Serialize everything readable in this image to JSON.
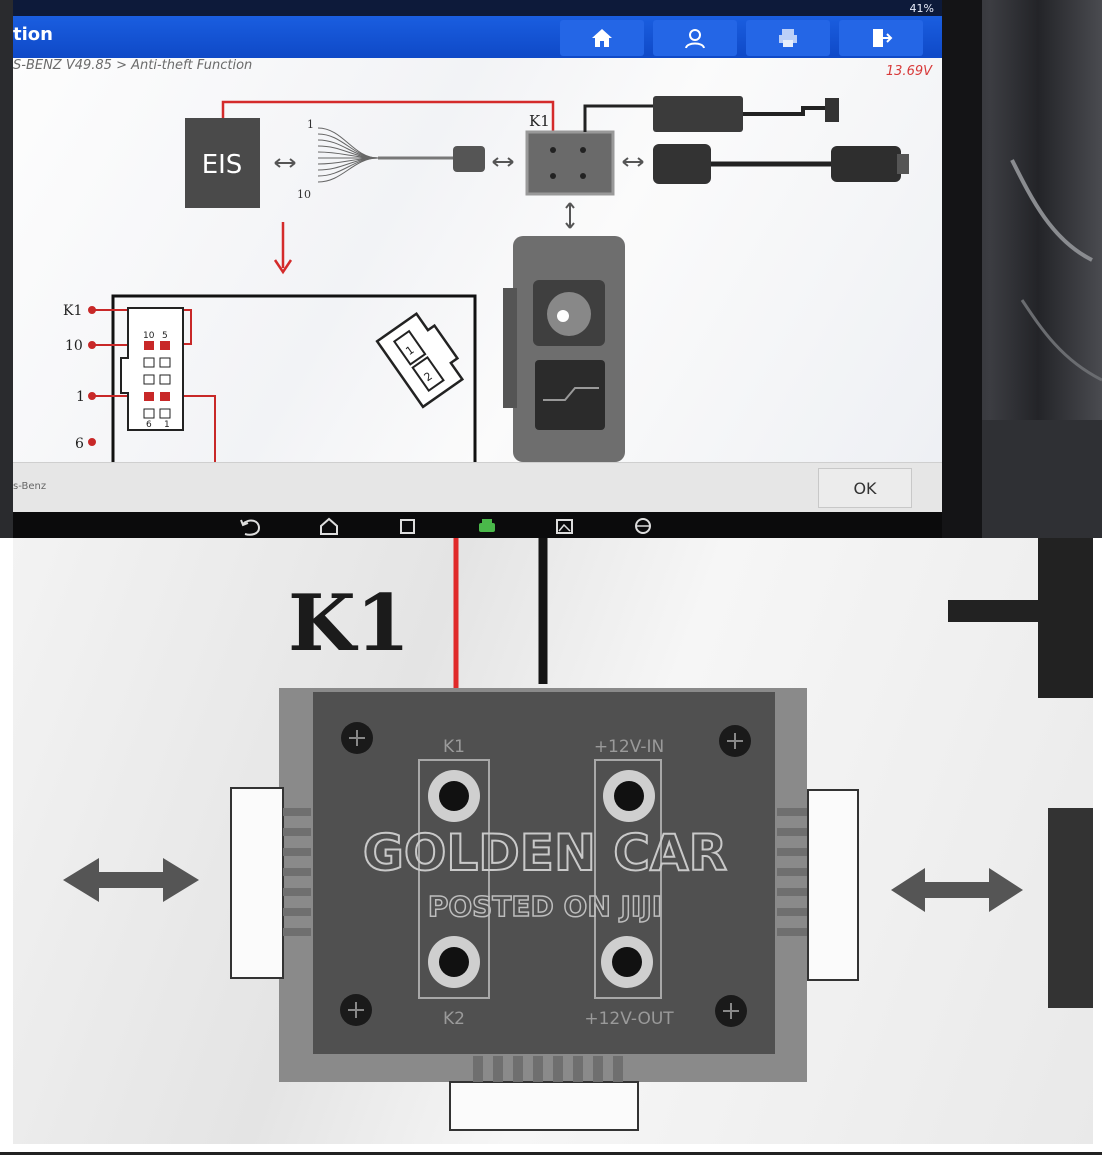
{
  "status_bar": {
    "battery": "41%"
  },
  "app_header": {
    "title": "tion",
    "buttons": [
      {
        "name": "home",
        "icon": "home-icon"
      },
      {
        "name": "user",
        "icon": "user-icon"
      },
      {
        "name": "print",
        "icon": "printer-icon"
      },
      {
        "name": "exit",
        "icon": "exit-icon"
      }
    ]
  },
  "breadcrumb": "S-BENZ V49.85 > Anti-theft Function",
  "voltage": "13.69V",
  "diagram": {
    "eis_label": "EIS",
    "k1_label": "K1",
    "cable_pin_1": "1",
    "cable_pin_10": "10",
    "connector_pins": {
      "k1": "K1",
      "p10": "10",
      "p1": "1",
      "p6": "6"
    },
    "connector_inner": {
      "p10": "10",
      "p5": "5",
      "p6": "6",
      "p1": "1"
    },
    "plug_pins": {
      "a": "1",
      "b": "2"
    }
  },
  "footer": {
    "brand": "s-Benz",
    "ok_label": "OK"
  },
  "nav_bar": {
    "icons": [
      "back-icon",
      "home-icon",
      "recent-apps-icon",
      "car-icon",
      "screenshot-icon",
      "browser-icon"
    ]
  },
  "zoom": {
    "title": "K1",
    "port_k1": "K1",
    "port_k2": "K2",
    "port_12v_in": "+12V-IN",
    "port_12v_out": "+12V-OUT",
    "watermark_line1": "GOLDEN CAR",
    "watermark_line2": "POSTED ON JIJI"
  }
}
